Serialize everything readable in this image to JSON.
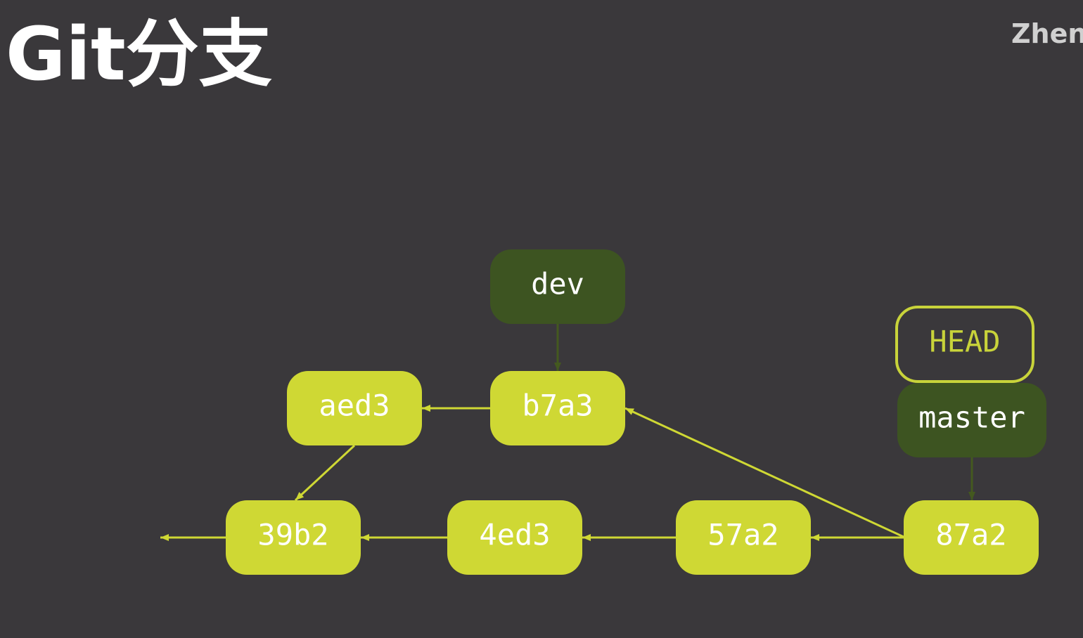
{
  "slide": {
    "title": "Git分支",
    "author": "Zheng"
  },
  "graph": {
    "colors": {
      "commit_fill": "#cfd834",
      "branch_fill": "#3d5421",
      "head_outline": "#c8d33a",
      "edge_commit": "#cfd834",
      "edge_branch": "#44591f"
    },
    "commits": [
      {
        "id": "39b2",
        "label": "39b2"
      },
      {
        "id": "4ed3",
        "label": "4ed3"
      },
      {
        "id": "57a2",
        "label": "57a2"
      },
      {
        "id": "87a2",
        "label": "87a2"
      },
      {
        "id": "aed3",
        "label": "aed3"
      },
      {
        "id": "b7a3",
        "label": "b7a3"
      }
    ],
    "branches": [
      {
        "id": "dev",
        "label": "dev",
        "points_to": "b7a3"
      },
      {
        "id": "master",
        "label": "master",
        "points_to": "87a2"
      }
    ],
    "head": {
      "label": "HEAD",
      "points_to": "master"
    },
    "parent_links": [
      {
        "from": "87a2",
        "to": "57a2"
      },
      {
        "from": "87a2",
        "to": "b7a3"
      },
      {
        "from": "57a2",
        "to": "4ed3"
      },
      {
        "from": "4ed3",
        "to": "39b2"
      },
      {
        "from": "b7a3",
        "to": "aed3"
      },
      {
        "from": "aed3",
        "to": "39b2"
      },
      {
        "from": "39b2",
        "to": "earlier"
      }
    ]
  }
}
